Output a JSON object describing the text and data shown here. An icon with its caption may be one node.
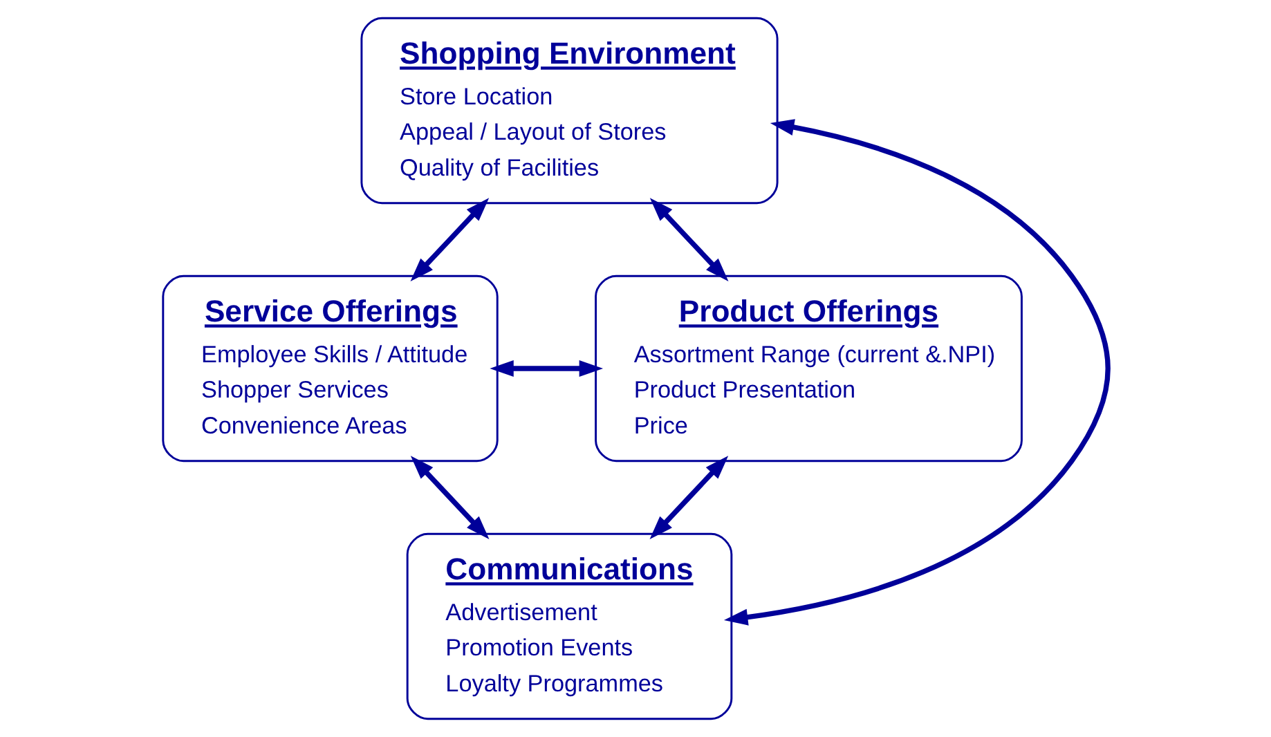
{
  "diagram": {
    "nodes": [
      {
        "text": [
          "Shopping Environment",
          "Store Location",
          "Appeal / Layout of Stores",
          "Quality of Facilities"
        ]
      },
      {
        "text": [
          "Service Offerings",
          "Employee Skills / Attitude",
          "Shopper Services",
          "Convenience Areas"
        ]
      },
      {
        "text": [
          "Product Offerings",
          "Assortment Range (current &.NPI)",
          "Product Presentation",
          "Price"
        ]
      },
      {
        "text": [
          "Communications",
          "Advertisement",
          "Promotion Events",
          "Loyalty Programmes"
        ]
      }
    ],
    "edges": [
      {
        "from": 0,
        "to": 1,
        "arrow": "both"
      },
      {
        "from": 0,
        "to": 2,
        "arrow": "both"
      },
      {
        "from": 1,
        "to": 3,
        "arrow": "both"
      },
      {
        "from": 2,
        "to": 3,
        "arrow": "both"
      },
      {
        "from": 1,
        "to": 2,
        "arrow": "both"
      },
      {
        "from": 0,
        "to": 3,
        "arrow": "both"
      }
    ]
  }
}
